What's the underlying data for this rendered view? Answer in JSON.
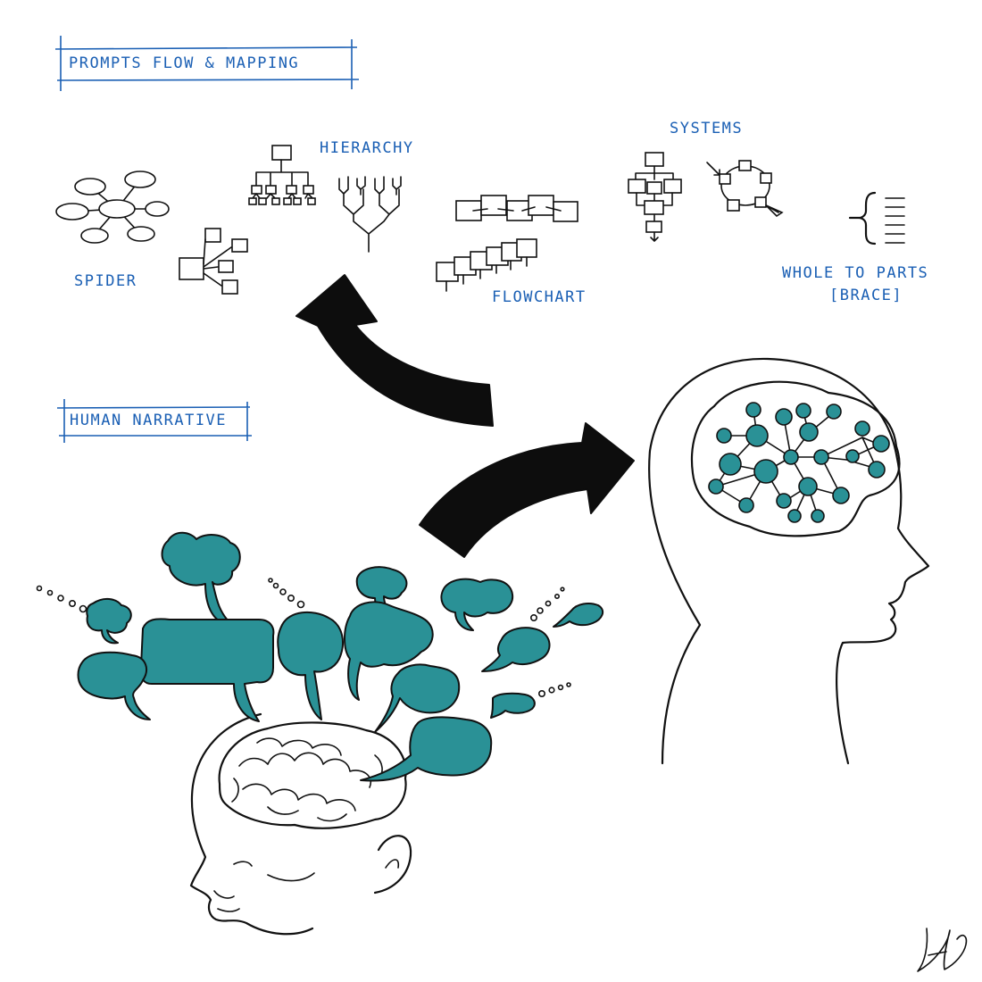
{
  "colors": {
    "ink": "#111111",
    "label_blue": "#1a5fb4",
    "teal": "#2a9196"
  },
  "headings": {
    "prompts": "PROMPTS FLOW & MAPPING",
    "human": "HUMAN NARRATIVE"
  },
  "diagram_labels": {
    "spider": "SPIDER",
    "hierarchy": "HIERARCHY",
    "systems": "SYSTEMS",
    "flowchart": "FLOWCHART",
    "whole_to_parts_1": "WHOLE TO PARTS",
    "whole_to_parts_2": "[BRACE]"
  },
  "icons": [
    "spider-diagram-icon",
    "hierarchy-tree-icon",
    "flowchart-icon",
    "systems-cycle-icon",
    "brace-icon",
    "arrow-icon",
    "speech-bubble-icon",
    "brain-icon",
    "network-icon",
    "signature-icon"
  ]
}
